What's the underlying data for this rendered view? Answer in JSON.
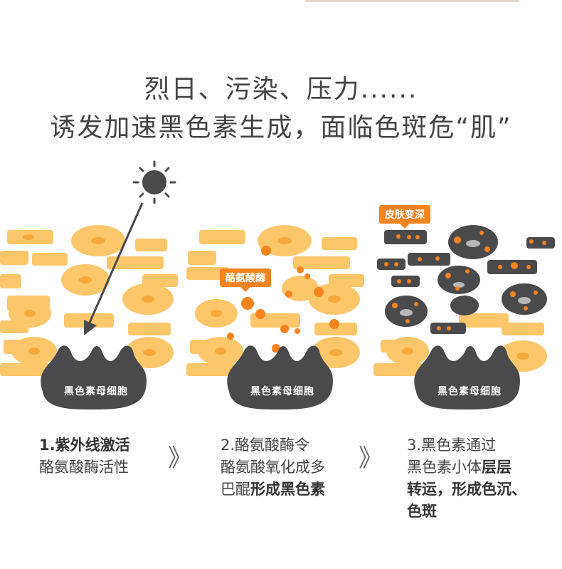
{
  "headline": {
    "line1": "烈日、污染、压力......",
    "line2": "诱发加速黑色素生成，面临色斑危“肌”"
  },
  "panels": [
    {
      "cell_label": "黑色素母细胞"
    },
    {
      "cell_label": "黑色素母细胞",
      "tag": "酪氨酸酶"
    },
    {
      "cell_label": "黑色素母细胞",
      "tag": "皮肤变深"
    }
  ],
  "steps": [
    {
      "line1": "1.紫外线激活",
      "line2": "酪氨酸酶活性"
    },
    {
      "line1": "2.酪氨酸酶令",
      "line2": "酪氨酸氧化成多",
      "line3_a": "巴醌",
      "line3_b": "形成黑色素"
    },
    {
      "line1": "3.黑色素通过",
      "line2_a": "黑色素小体",
      "line2_b": "层层",
      "line3": "转运，形成色沉、",
      "line4": "色斑"
    }
  ],
  "separator": "》",
  "colors": {
    "cell_fill": "#fcc66a",
    "cell_nucleus": "#f5a93a",
    "dark_cell": "#4a4a4d",
    "accent_orange": "#f5841f",
    "nucleus_gray": "#b8b8b8"
  },
  "icons": [
    "sun-icon",
    "uv-arrow-icon",
    "chevron-right-icon"
  ]
}
